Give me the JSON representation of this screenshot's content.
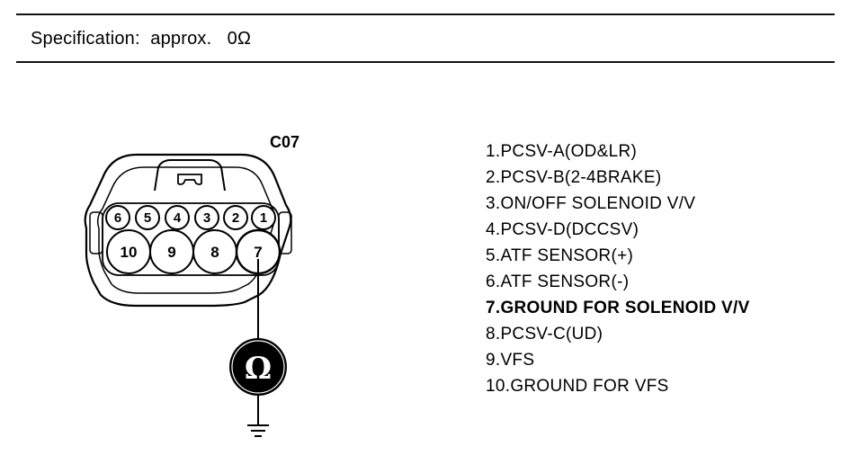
{
  "spec": {
    "label": "Specification:",
    "qualifier": "approx.",
    "value": "0Ω"
  },
  "connector": {
    "id": "C07",
    "top_row_pins": [
      "6",
      "5",
      "4",
      "3",
      "2",
      "1"
    ],
    "bottom_row_pins": [
      "10",
      "9",
      "8",
      "7"
    ]
  },
  "meter": {
    "symbol": "Ω",
    "icon": "ohmmeter-icon",
    "ground_icon": "ground-symbol-icon",
    "probe_pin": "7"
  },
  "pins": [
    {
      "text": "1.PCSV-A(OD&LR)",
      "highlighted": false
    },
    {
      "text": "2.PCSV-B(2-4BRAKE)",
      "highlighted": false
    },
    {
      "text": "3.ON/OFF SOLENOID V/V",
      "highlighted": false
    },
    {
      "text": "4.PCSV-D(DCCSV)",
      "highlighted": false
    },
    {
      "text": "5.ATF SENSOR(+)",
      "highlighted": false
    },
    {
      "text": "6.ATF SENSOR(-)",
      "highlighted": false
    },
    {
      "text": "7.GROUND FOR SOLENOID V/V",
      "highlighted": true
    },
    {
      "text": "8.PCSV-C(UD)",
      "highlighted": false
    },
    {
      "text": "9.VFS",
      "highlighted": false
    },
    {
      "text": "10.GROUND FOR VFS",
      "highlighted": false
    }
  ]
}
